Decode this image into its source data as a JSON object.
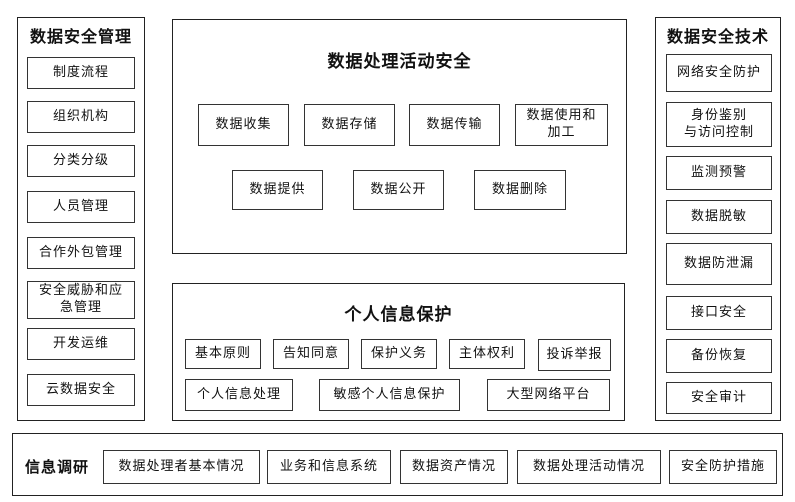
{
  "left_panel": {
    "title": "数据安全管理",
    "items": [
      {
        "label": "制度流程"
      },
      {
        "label": "组织机构"
      },
      {
        "label": "分类分级"
      },
      {
        "label": "人员管理"
      },
      {
        "label": "合作外包管理"
      },
      {
        "label": "安全威胁和应\n急管理"
      },
      {
        "label": "开发运维"
      },
      {
        "label": "云数据安全"
      }
    ]
  },
  "center_top": {
    "title": "数据处理活动安全",
    "items": [
      {
        "label": "数据收集"
      },
      {
        "label": "数据存储"
      },
      {
        "label": "数据传输"
      },
      {
        "label": "数据使用和\n加工"
      },
      {
        "label": "数据提供"
      },
      {
        "label": "数据公开"
      },
      {
        "label": "数据删除"
      }
    ]
  },
  "center_bottom": {
    "title": "个人信息保护",
    "items": [
      {
        "label": "基本原则"
      },
      {
        "label": "告知同意"
      },
      {
        "label": "保护义务"
      },
      {
        "label": "主体权利"
      },
      {
        "label": "投诉举报"
      },
      {
        "label": "个人信息处理"
      },
      {
        "label": "敏感个人信息保护"
      },
      {
        "label": "大型网络平台"
      }
    ]
  },
  "right_panel": {
    "title": "数据安全技术",
    "items": [
      {
        "label": "网络安全防护"
      },
      {
        "label": "身份鉴别\n与访问控制"
      },
      {
        "label": "监测预警"
      },
      {
        "label": "数据脱敏"
      },
      {
        "label": "数据防泄漏"
      },
      {
        "label": "接口安全"
      },
      {
        "label": "备份恢复"
      },
      {
        "label": "安全审计"
      }
    ]
  },
  "bottom_bar": {
    "title": "信息调研",
    "items": [
      {
        "label": "数据处理者基本情况"
      },
      {
        "label": "业务和信息系统"
      },
      {
        "label": "数据资产情况"
      },
      {
        "label": "数据处理活动情况"
      },
      {
        "label": "安全防护措施"
      }
    ]
  }
}
